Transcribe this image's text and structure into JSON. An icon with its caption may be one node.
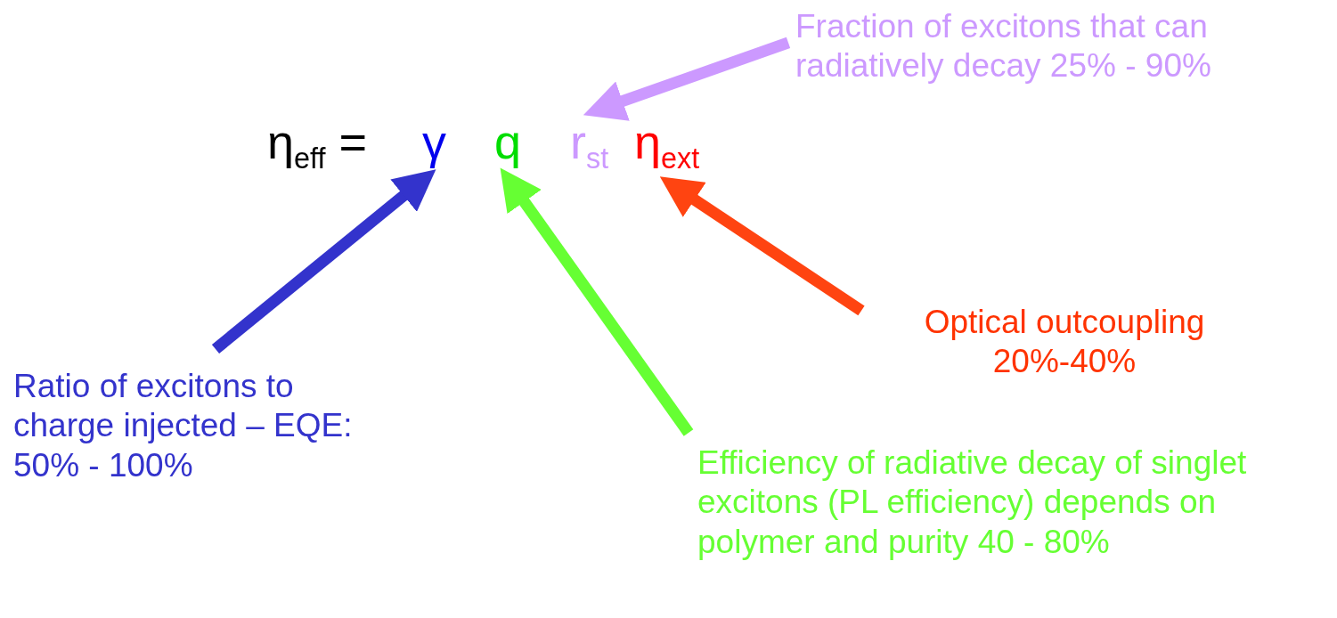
{
  "diagram": {
    "nodes": [
      {
        "text": [
          "γ"
        ]
      },
      {
        "text": [
          "q"
        ]
      },
      {
        "text": [
          "r$_{st}$"
        ]
      },
      {
        "text": [
          "η$_{ext}$"
        ]
      },
      {
        "text": [
          "Fraction of excitons that can radiatively decay 25% - 90%"
        ]
      },
      {
        "text": [
          "Ratio of excitons to charge injected – EQE: 50% - 100%"
        ]
      },
      {
        "text": [
          "Efficiency of radiative decay of singlet excitons (PL efficiency) depends on polymer and purity 40 - 80%"
        ]
      },
      {
        "text": [
          "Optical outcoupling 20%-40%"
        ]
      }
    ],
    "edges": [
      {
        "from": 5,
        "to": 0,
        "arrow": "to",
        "color": "#3333cc"
      },
      {
        "from": 6,
        "to": 1,
        "arrow": "to",
        "color": "#66ff33"
      },
      {
        "from": 4,
        "to": 2,
        "arrow": "to",
        "color": "#cc99ff"
      },
      {
        "from": 7,
        "to": 3,
        "arrow": "to",
        "color": "#ff4411"
      }
    ],
    "labels": [
      "η$_{eff}$ ="
    ]
  }
}
